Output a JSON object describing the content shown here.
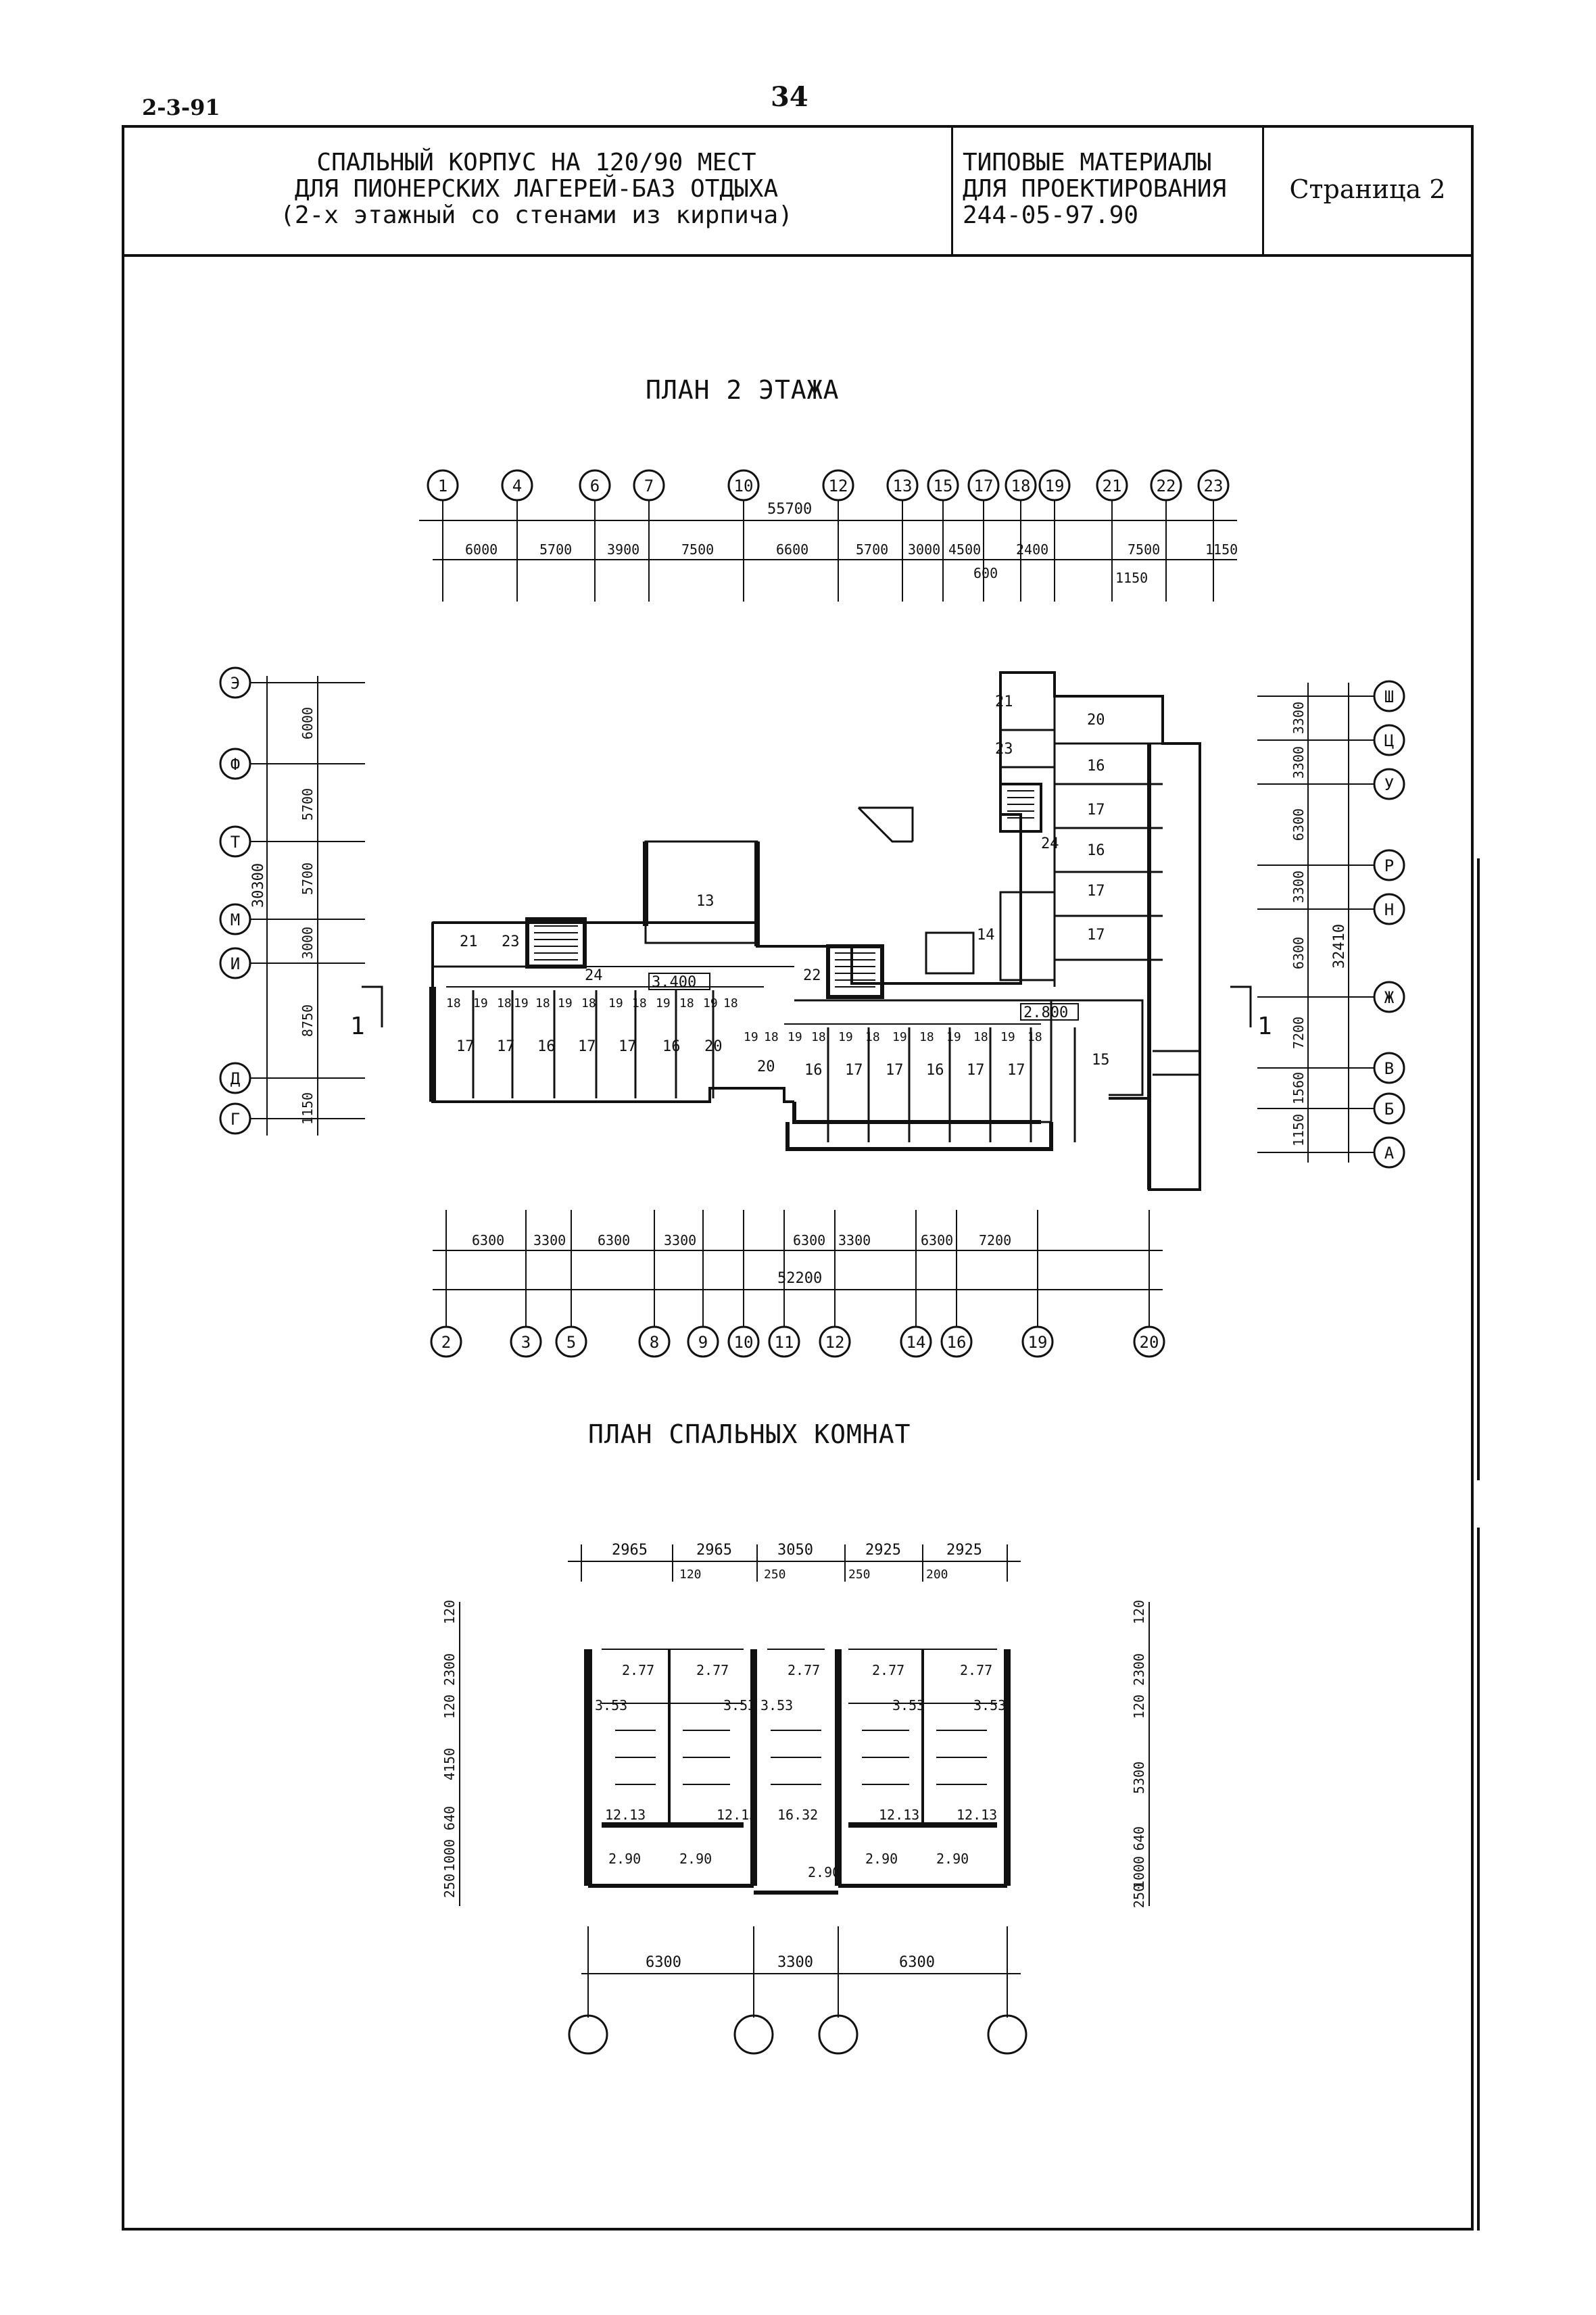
{
  "sheet_code": "2-3-91",
  "page_number": "34",
  "title_block": {
    "title_lines": [
      "СПАЛЬНЫЙ КОРПУС НА 120/90 МЕСТ",
      "ДЛЯ ПИОНЕРСКИХ ЛАГЕРЕЙ-БАЗ ОТДЫХА",
      "(2-х этажный со стенами из кирпича)"
    ],
    "series_lines": [
      "ТИПОВЫЕ МАТЕРИАЛЫ",
      "ДЛЯ ПРОЕКТИРОВАНИЯ",
      "244-05-97.90"
    ],
    "page_label": "Страница 2"
  },
  "floor_plan": {
    "heading": "ПЛАН 2 ЭТАЖА",
    "top_axes": [
      "1",
      "4",
      "6",
      "7",
      "10",
      "12",
      "13",
      "15",
      "17",
      "18",
      "19",
      "21",
      "22",
      "23"
    ],
    "top_total": "55700",
    "top_dims": [
      "6000",
      "5700",
      "3900",
      "7500",
      "6600",
      "5700",
      "3000",
      "4500",
      "2400",
      "7500",
      "1150"
    ],
    "top_subdims": [
      "600",
      "1150"
    ],
    "bottom_axes": [
      "2",
      "3",
      "5",
      "8",
      "9",
      "10",
      "11",
      "12",
      "14",
      "16",
      "19",
      "20"
    ],
    "bottom_total": "52200",
    "bottom_dims": [
      "6300",
      "3300",
      "6300",
      "3300",
      "6300",
      "3300",
      "6300",
      "7200"
    ],
    "left_axes": [
      "Э",
      "Ф",
      "Т",
      "М",
      "И",
      "Д",
      "Г"
    ],
    "left_total": "30300",
    "left_dims": [
      "6000",
      "5700",
      "5700",
      "3000",
      "8750",
      "1150"
    ],
    "right_axes": [
      "Ш",
      "Ц",
      "У",
      "Р",
      "Н",
      "Ж",
      "В",
      "Б",
      "А"
    ],
    "right_total": "32410",
    "right_dims": [
      "3300",
      "3300",
      "6300",
      "3300",
      "6300",
      "7200",
      "1560",
      "1150"
    ],
    "section_mark": "1",
    "elev_left": "3.400",
    "elev_right": "2.800",
    "room_labels": [
      "21",
      "23",
      "24",
      "13",
      "22",
      "14",
      "15",
      "16",
      "17",
      "18",
      "19",
      "20"
    ]
  },
  "rooms_plan": {
    "heading": "ПЛАН СПАЛЬНЫХ КОМНАТ",
    "top_dims": [
      "2965",
      "2965",
      "3050",
      "2925",
      "2925"
    ],
    "top_subdims": [
      "120",
      "250",
      "250",
      "200"
    ],
    "bottom_dims": [
      "6300",
      "3300",
      "6300"
    ],
    "left_dims": [
      "120",
      "2300",
      "120",
      "4150",
      "640",
      "1000",
      "250"
    ],
    "right_dims": [
      "120",
      "2300",
      "120",
      "5300",
      "640",
      "1000",
      "250"
    ],
    "elevations": [
      "2.77",
      "3.53",
      "12.13",
      "16.32",
      "2.90"
    ]
  }
}
